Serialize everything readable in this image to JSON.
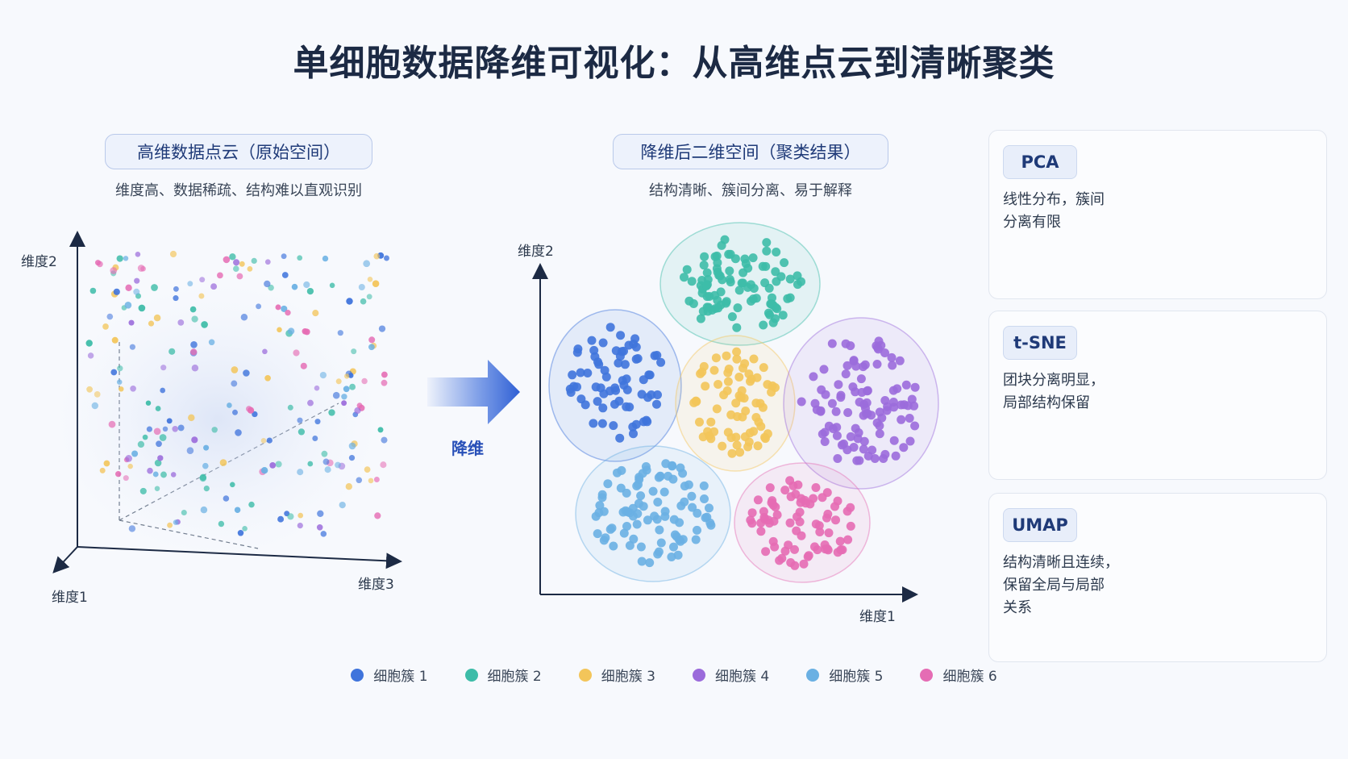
{
  "title": "单细胞数据降维可视化：从高维点云到清晰聚类",
  "left_panel": {
    "heading": "高维数据点云（原始空间）",
    "subtitle": "维度高、数据稀疏、结构难以直观识别",
    "axis_y": "维度2",
    "axis_x": "维度1",
    "axis_z": "维度3"
  },
  "arrow_label": "降维",
  "middle_panel": {
    "heading": "降维后二维空间（聚类结果）",
    "subtitle": "结构清晰、簇间分离、易于解释",
    "axis_y": "维度2",
    "axis_x": "维度1"
  },
  "methods": [
    {
      "tag": "PCA",
      "desc_line1": "线性分布，簇间",
      "desc_line2": "分离有限",
      "desc_line3": ""
    },
    {
      "tag": "t-SNE",
      "desc_line1": "团块分离明显，",
      "desc_line2": "局部结构保留",
      "desc_line3": ""
    },
    {
      "tag": "UMAP",
      "desc_line1": "结构清晰且连续，",
      "desc_line2": "保留全局与局部",
      "desc_line3": "关系"
    }
  ],
  "legend": [
    {
      "label": "细胞簇 1",
      "color": "#3f74dc"
    },
    {
      "label": "细胞簇 2",
      "color": "#3dbca8"
    },
    {
      "label": "细胞簇 3",
      "color": "#f3c55a"
    },
    {
      "label": "细胞簇 4",
      "color": "#9b6bdb"
    },
    {
      "label": "细胞簇 5",
      "color": "#6ab0e3"
    },
    {
      "label": "细胞簇 6",
      "color": "#e56cb4"
    }
  ]
}
